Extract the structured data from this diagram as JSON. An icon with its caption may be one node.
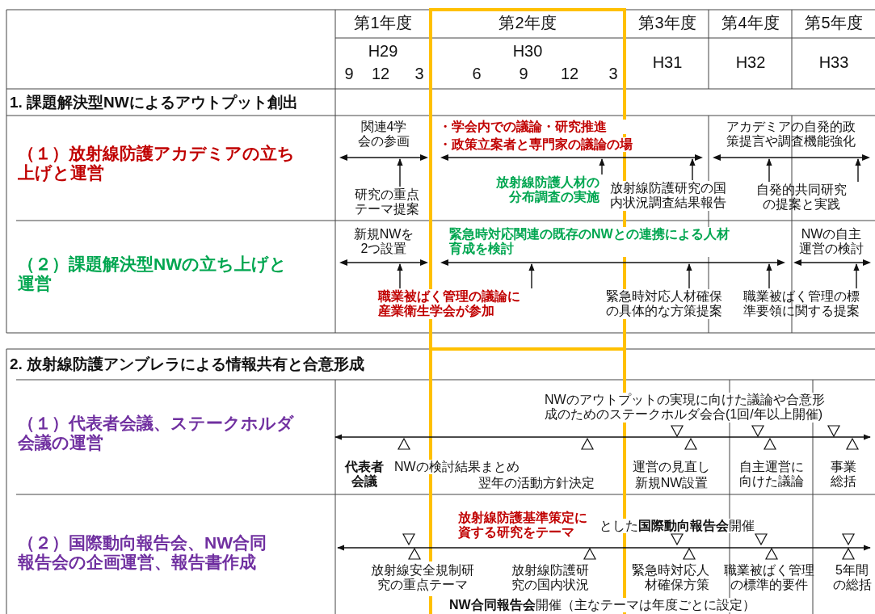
{
  "diagram": {
    "nodes": [
      {
        "text": [
          "研究の重点テーマ提案"
        ]
      },
      {
        "text": [
          "放射線防護人材の分布調査の実施"
        ]
      },
      {
        "text": [
          "放射線防護研究の国内状況調査結果報告"
        ]
      },
      {
        "text": [
          "自発的共同研究の提案と実践"
        ]
      },
      {
        "text": [
          "職業被ばく管理の議論に産業衛生学会が参加"
        ]
      },
      {
        "text": [
          "緊急時対応人材確保の具体的な方策提案"
        ]
      },
      {
        "text": [
          "職業被ばく管理の標準要領に関する提案"
        ]
      },
      {
        "text": [],
        "shape": "bar"
      },
      {
        "text": [],
        "shape": "bar"
      },
      {
        "text": [],
        "shape": "bar"
      },
      {
        "text": [],
        "shape": "bar"
      },
      {
        "text": [],
        "shape": "bar"
      },
      {
        "text": [],
        "shape": "bar"
      }
    ],
    "edges": [
      {
        "from": 0,
        "to": 7,
        "arrow": "to"
      },
      {
        "from": 1,
        "to": 8,
        "arrow": "to"
      },
      {
        "from": 2,
        "to": 8,
        "arrow": "to"
      },
      {
        "from": 3,
        "to": 9,
        "arrow": "to"
      },
      {
        "from": 3,
        "to": 9,
        "arrow": "to"
      },
      {
        "from": 4,
        "to": 10,
        "arrow": "to"
      },
      {
        "from": 4,
        "to": 11,
        "arrow": "to"
      },
      {
        "from": 5,
        "to": 11,
        "arrow": "to"
      },
      {
        "from": 6,
        "to": 11,
        "arrow": "to"
      },
      {
        "from": 6,
        "to": 12,
        "arrow": "to"
      }
    ],
    "labels": [
      "第1年度",
      "第2年度",
      "第3年度",
      "第4年度",
      "第5年度",
      "H29",
      "9",
      "12",
      "3",
      "H30",
      "6",
      "9",
      "12",
      "3",
      "H31",
      "H32",
      "H33",
      "1. 課題解決型NWによるアウトプット創出",
      "（１）放射線防護アカデミアの立ち上げと運営",
      "関連4学会の参画",
      "・学会内での議論・研究推進",
      "・政策立案者と専門家の議論の場",
      "アカデミアの自発的政策提言や調査機能強化",
      "（２）課題解決型NWの立ち上げと運営",
      "新規NWを2つ設置",
      "緊急時対応関連の既存のNWとの連携による人材育成を検討",
      "NWの自主運営の検討",
      "2. 放射線防護アンブレラによる情報共有と合意形成",
      "（１）代表者会議、ステークホルダ会議の運営",
      "NWのアウトプットの実現に向けた議論や合意形成のためのステークホルダ会合(1回/年以上開催)",
      "代表者会議",
      "NWの検討結果まとめ",
      "翌年の活動方針決定",
      "運営の見直し",
      "新規NW設置",
      "自主運営に向けた議論",
      "事業総括",
      "（２）国際動向報告会、NW合同報告会の企画運営、報告書作成",
      "放射線防護基準策定に資する研究をテーマ",
      "とした**国際動向報告会**開催",
      "放射線安全規制研究の重点テーマ",
      "放射線防護研究の国内状況",
      "緊急時対応人材確保方策",
      "職業被ばく管理の標準的要件",
      "5年間の総括",
      "**NW合同報告会**開催（主なテーマは年度ごとに設定）"
    ]
  }
}
